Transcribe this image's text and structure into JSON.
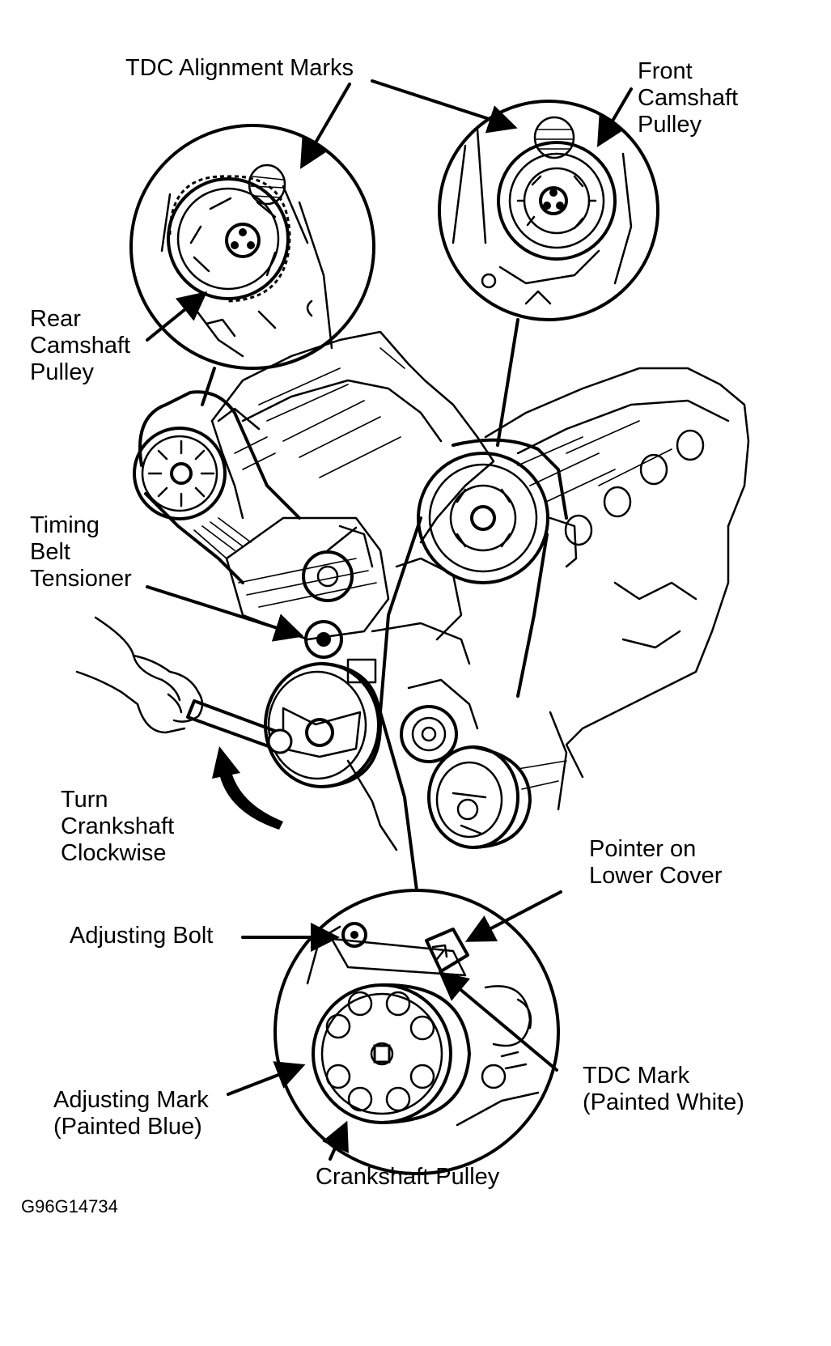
{
  "figure": {
    "id": "G96G14734"
  },
  "labels": {
    "tdc_alignment_marks": "TDC Alignment Marks",
    "front_camshaft_pulley": [
      "Front",
      "Camshaft",
      "Pulley"
    ],
    "rear_camshaft_pulley": [
      "Rear",
      "Camshaft",
      "Pulley"
    ],
    "timing_belt_tensioner": [
      "Timing",
      "Belt",
      "Tensioner"
    ],
    "turn_crankshaft_clockwise": [
      "Turn",
      "Crankshaft",
      "Clockwise"
    ],
    "pointer_on_lower_cover": [
      "Pointer on",
      "Lower Cover"
    ],
    "adjusting_bolt": "Adjusting Bolt",
    "tdc_mark": [
      "TDC Mark",
      "(Painted White)"
    ],
    "adjusting_mark": [
      "Adjusting Mark",
      "(Painted Blue)"
    ],
    "crankshaft_pulley": "Crankshaft Pulley"
  },
  "colors": {
    "ink": "#000000",
    "paper": "#ffffff"
  }
}
